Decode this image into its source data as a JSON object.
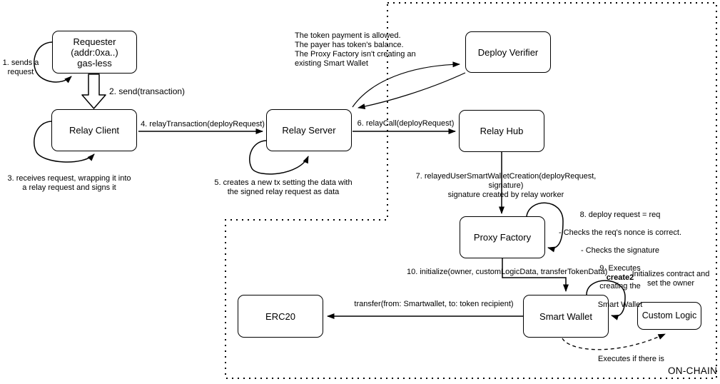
{
  "diagram": {
    "title_region_label": "ON-CHAIN",
    "colors": {
      "stroke": "#000000",
      "node_fill": "#ffffff",
      "background": "#ffffff"
    },
    "nodes": {
      "requester": {
        "label": "Requester\n(addr:0xa..)\ngas-less"
      },
      "relay_client": {
        "label": "Relay Client"
      },
      "relay_server": {
        "label": "Relay Server"
      },
      "deploy_verifier": {
        "label": "Deploy Verifier"
      },
      "relay_hub": {
        "label": "Relay Hub"
      },
      "proxy_factory": {
        "label": "Proxy Factory"
      },
      "smart_wallet": {
        "label": "Smart Wallet"
      },
      "erc20": {
        "label": "ERC20"
      },
      "custom_logic": {
        "label": "Custom Logic"
      }
    },
    "edges": {
      "step1": "1. sends a\nrequest",
      "step2": "2. send(transaction)",
      "step3": "3. receives request, wrapping it into\na relay request and signs it",
      "step4": "4. relayTransaction(deployRequest)",
      "step5": "5. creates a new tx setting the data with\nthe signed relay request as data",
      "step6": "6. relayCall(deployRequest)",
      "step7": "7. relayedUserSmartWalletCreation(deployRequest, signature)\nsignature created by relay worker",
      "step8_9": {
        "line1": "8. deploy request = req",
        "line2": "- Checks the req's nonce is correct.",
        "line3": "- Checks the signature",
        "line4_pre": "9. Executes",
        "line4_bold": "create2",
        "line4_post": "creating the",
        "line5": "Smart Wallet"
      },
      "step10": "10. initialize(owner, customLogicData, transferTokenData)",
      "transfer": "transfer(from: Smartwallet, to: token recipient)",
      "verifier_note": "The token payment is allowed.\nThe payer has token's balance.\nThe Proxy Factory isn't creating an\nexisting Smart Wallet",
      "initializes_note": "Initializes contract and\nset the owner",
      "executes_note": "Executes if there is"
    }
  }
}
